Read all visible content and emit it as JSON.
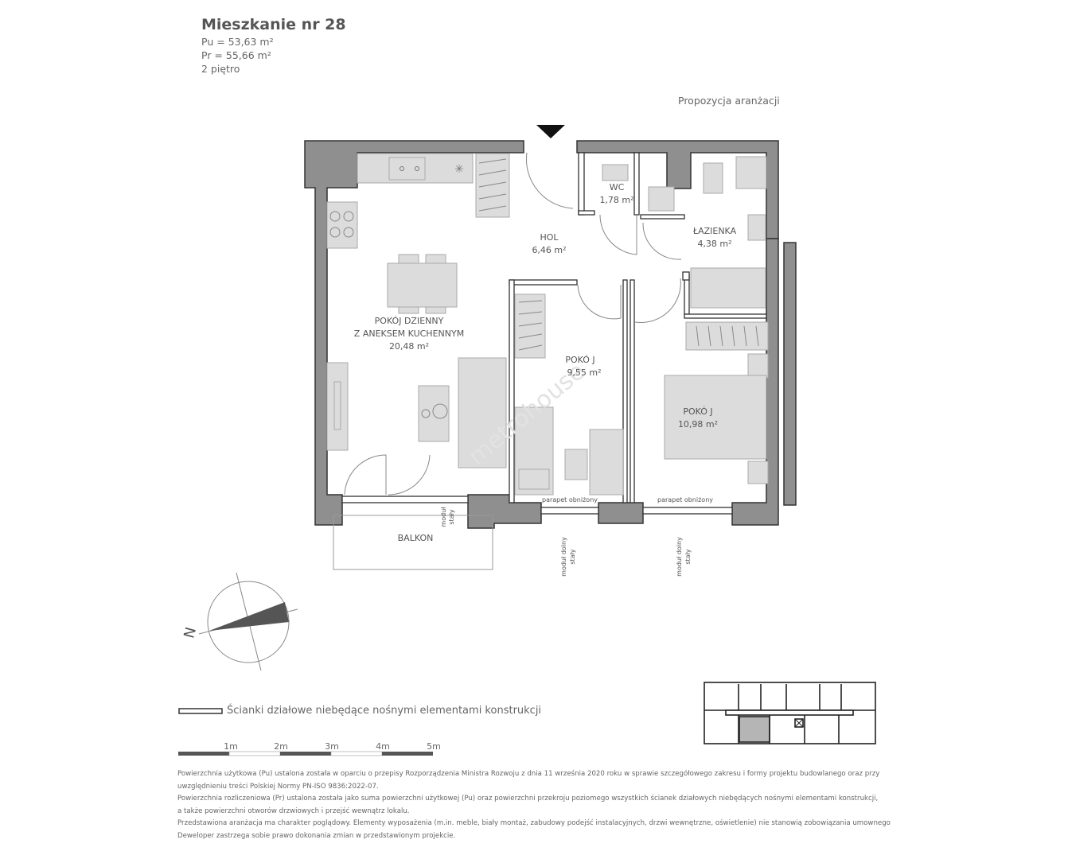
{
  "header": {
    "title": "Mieszkanie nr 28",
    "pu": "Pu =  53,63 m²",
    "pr": "Pr =  55,66 m²",
    "floor": "2 piętro"
  },
  "arrangement_note": "Propozycja aranżacji",
  "rooms": {
    "wc": {
      "name": "WC",
      "area": "1,78 m²"
    },
    "hol": {
      "name": "HOL",
      "area": "6,46 m²"
    },
    "lazienka": {
      "name": "ŁAZIENKA",
      "area": "4,38 m²"
    },
    "living": {
      "name": "POKÓJ DZIENNY",
      "name2": "Z ANEKSEM KUCHENNYM",
      "area": "20,48 m²"
    },
    "room1": {
      "name": "POKÓ J",
      "area": "9,55 m²"
    },
    "room2": {
      "name": "POKÓ J",
      "area": "10,98 m²"
    },
    "balcony": {
      "name": "BALKON"
    }
  },
  "annotations": {
    "parapet": "parapet obniżony",
    "modul_staly_1": "moduł",
    "modul_staly_2": "stały",
    "modul_dolny_1": "moduł dolny",
    "modul_dolny_2": "stały"
  },
  "compass": {
    "label": "N"
  },
  "watermark": "metrohouse",
  "legend": {
    "partition_walls": "Ścianki działowe niebędące nośnymi elementami konstrukcji"
  },
  "scale": {
    "labels": [
      "1m",
      "2m",
      "3m",
      "4m",
      "5m"
    ]
  },
  "footer": [
    "Powierzchnia użytkowa (Pu) ustalona została w oparciu o przepisy Rozporządzenia Ministra Rozwoju z dnia 11 września 2020 roku w sprawie szczegółowego zakresu i formy projektu budowlanego oraz przy",
    "uwzględnieniu treści Polskiej Normy PN-ISO 9836:2022-07.",
    "Powierzchnia rozliczeniowa (Pr) ustalona została jako suma powierzchni użytkowej (Pu) oraz powierzchni przekroju poziomego wszystkich ścianek działowych niebędących nośnymi elementami konstrukcji,",
    "a także powierzchni otworów drzwiowych i przejść wewnątrz lokalu.",
    "Przedstawiona aranżacja ma charakter poglądowy. Elementy wyposażenia (m.in. meble, biały montaż, zabudowy podejść instalacyjnych, drzwi wewnętrzne, oświetlenie) nie stanowią zobowiązania umownego",
    "Deweloper zastrzega sobie prawo dokonania zmian w przedstawionym projekcie."
  ]
}
